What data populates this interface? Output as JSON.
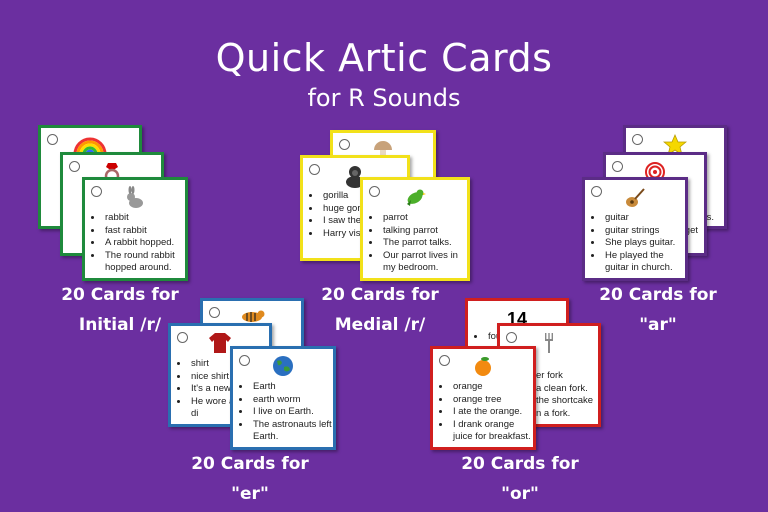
{
  "title": "Quick Artic Cards",
  "subtitle": "for R Sounds",
  "groups": {
    "initial": {
      "label_line1": "20 Cards for",
      "label_line2": "Initial /r/",
      "front_words": [
        "rabbit",
        "fast rabbit",
        "A rabbit hopped.",
        "The round rabbit hopped around."
      ],
      "front_icon": "rabbit-icon",
      "back_icons": [
        "rainbow-icon",
        "ring-icon"
      ]
    },
    "medial": {
      "label_line1": "20 Cards for",
      "label_line2": "Medial /r/",
      "back_words": [
        "gorilla",
        "huge gori",
        "I saw the",
        "Harry visi gorilla res"
      ],
      "front_words": [
        "parrot",
        "talking parrot",
        "The parrot talks.",
        "Our parrot lives in my bedroom."
      ],
      "front_icon": "parrot-icon",
      "back_icons": [
        "mushroom-icon",
        "gorilla-icon"
      ]
    },
    "ar": {
      "label_line1": "20 Cards for",
      "label_line2": "\"ar\"",
      "back_fragments": [
        "s.",
        "get"
      ],
      "front_words": [
        "guitar",
        "guitar strings",
        "She plays guitar.",
        "He played the guitar in church."
      ],
      "front_icon": "guitar-icon",
      "back_icons": [
        "star-icon",
        "target-icon"
      ]
    },
    "er": {
      "label_line1": "20 Cards for",
      "label_line2": "\"er\"",
      "back_words": [
        "shirt",
        "nice shirt",
        "It's a new",
        "He wore a shirt to di"
      ],
      "front_words": [
        "Earth",
        "earth worm",
        "I live on Earth.",
        "The astronauts left Earth."
      ],
      "front_icon": "earth-icon",
      "back_icons": [
        "tiger-icon",
        "shirt-icon"
      ]
    },
    "or": {
      "label_line1": "20 Cards for",
      "label_line2": "\"or\"",
      "back_number": "14",
      "back_top_word": "fou",
      "back_words": [
        "er fork",
        "a clean fork.",
        "the shortcake",
        "n a fork."
      ],
      "front_words": [
        "orange",
        "orange tree",
        "I ate the orange.",
        "I drank orange juice for breakfast."
      ],
      "front_icon": "orange-icon",
      "back_icons": [
        "fork-icon"
      ]
    }
  },
  "colors": {
    "background": "#6b2fa0",
    "initial": "#1f8a3c",
    "medial": "#f2e11a",
    "ar": "#5b2c86",
    "er": "#2a6fb0",
    "or": "#d01f1f"
  }
}
